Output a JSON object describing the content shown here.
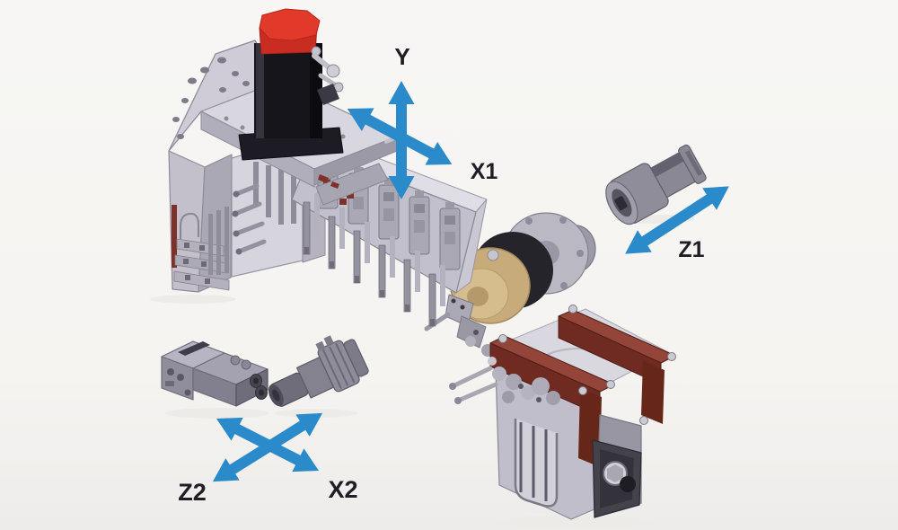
{
  "diagram": {
    "kind": "machine-tool axis kinematics illustration",
    "background_color": "#f6f5f2",
    "arrow_color": "#2b8ac9",
    "label_color": "#201e25",
    "axis_labels": {
      "y": "Y",
      "x1": "X1",
      "z1": "Z1",
      "z2": "Z2",
      "x2": "X2"
    },
    "components": [
      {
        "id": "main-tool-head",
        "name": "gantry gang-tool head with red-capped drive motor and tan collet chuck"
      },
      {
        "id": "z1-tool-spindle",
        "name": "detached tool spindle cartridge"
      },
      {
        "id": "drill-unit",
        "name": "compact angled drilling unit"
      },
      {
        "id": "x2-tool-spindle",
        "name": "detached tool spindle cartridge"
      },
      {
        "id": "counter-spindle-unit",
        "name": "counter-spindle block with maroon guide rails and rear motor"
      }
    ],
    "palette": {
      "machine_gray_light": "#d8d6de",
      "machine_gray": "#c2c0cc",
      "machine_gray_dark": "#94929e",
      "motor_black": "#16151c",
      "motor_cap_red": "#e23a2a",
      "chuck_tan": "#c7ab7a",
      "rail_maroon": "#6f2b21"
    }
  }
}
